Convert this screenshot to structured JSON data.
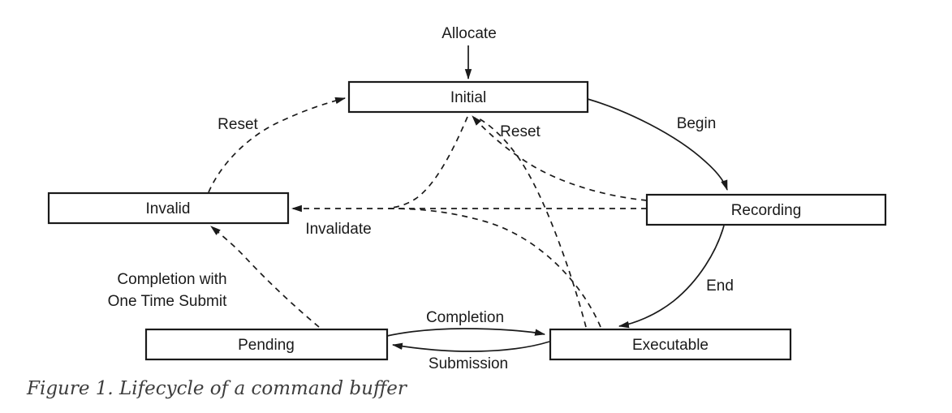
{
  "figure": {
    "caption": "Figure 1. Lifecycle of a command buffer"
  },
  "diagram": {
    "type": "state-diagram",
    "nodes": {
      "initial": {
        "label": "Initial"
      },
      "recording": {
        "label": "Recording"
      },
      "invalid": {
        "label": "Invalid"
      },
      "pending": {
        "label": "Pending"
      },
      "executable": {
        "label": "Executable"
      }
    },
    "edges": {
      "allocate": {
        "label": "Allocate",
        "from": "",
        "to": "Initial",
        "style": "solid"
      },
      "begin": {
        "label": "Begin",
        "from": "Initial",
        "to": "Recording",
        "style": "solid"
      },
      "end": {
        "label": "End",
        "from": "Recording",
        "to": "Executable",
        "style": "solid"
      },
      "completion": {
        "label": "Completion",
        "from": "Pending",
        "to": "Executable",
        "style": "solid"
      },
      "submission": {
        "label": "Submission",
        "from": "Executable",
        "to": "Pending",
        "style": "solid"
      },
      "reset_from_invalid": {
        "label": "Reset",
        "from": "Invalid",
        "to": "Initial",
        "style": "dashed"
      },
      "reset_from_recording": {
        "label": "Reset",
        "from": "Recording",
        "to": "Initial",
        "style": "dashed"
      },
      "reset_from_executable": {
        "label": "",
        "from": "Executable",
        "to": "Initial",
        "style": "dashed"
      },
      "invalidate": {
        "label": "Invalidate",
        "from": "Recording",
        "to": "Invalid",
        "style": "dashed"
      },
      "invalidate_from_executable": {
        "label": "",
        "from": "Executable",
        "to": "Invalid",
        "style": "dashed"
      },
      "one_time_submit": {
        "label_lines": [
          "Completion with",
          "One Time Submit"
        ],
        "from": "Pending",
        "to": "Invalid",
        "style": "dashed"
      }
    }
  },
  "colors": {
    "line": "#1a1a1a",
    "caption_text": "#3d3d3d",
    "background": "#ffffff"
  }
}
